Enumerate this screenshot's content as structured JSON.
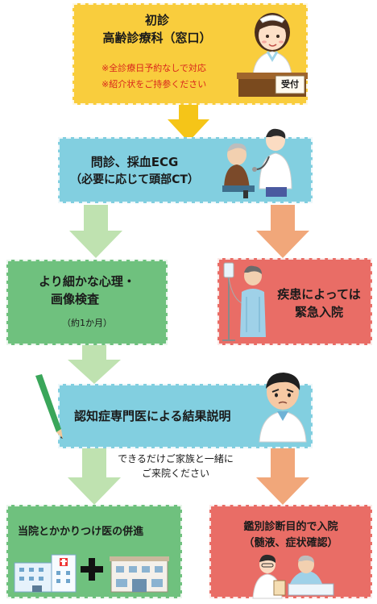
{
  "step1": {
    "title_line1": "初診",
    "title_line2": "高齢診療科（窓口）",
    "note1": "※全診療日予約なしで対応",
    "note2": "※紹介状をご持参ください",
    "desk_sign": "受付"
  },
  "step2": {
    "line1": "問診、採血ECG",
    "line2": "（必要に応じて頭部CT）"
  },
  "step3a": {
    "line1": "より細かな心理・",
    "line2": "画像検査",
    "line3": "（約1か月）"
  },
  "step3b": {
    "line1": "疾患によっては",
    "line2": "緊急入院"
  },
  "step4": {
    "text": "認知症専門医による結果説明"
  },
  "family_note": {
    "line1": "できるだけご家族と一緒に",
    "line2": "ご来院ください"
  },
  "final_left": {
    "text": "当院とかかりつけ医の併進"
  },
  "final_right": {
    "line1": "鑑別診断目的で入院",
    "line2": "（髄液、症状確認）"
  },
  "colors": {
    "yellow_box": "#f9cd3d",
    "yellow_arrow": "#f5c518",
    "blue_box": "#82cfe0",
    "green_box": "#6fc17e",
    "green_arrow": "#bfe2b0",
    "red_box": "#e96d66",
    "orange_arrow": "#f1a77a",
    "note_red": "#d9261c"
  },
  "icons": [
    "reception-nurse-icon",
    "doctor-elderly-patient-icon",
    "hospital-patient-drip-icon",
    "pencil-icon",
    "doctor-icon",
    "hospital-building-icon",
    "plus-icon",
    "clinic-building-icon",
    "doctor-bedside-patient-icon"
  ]
}
